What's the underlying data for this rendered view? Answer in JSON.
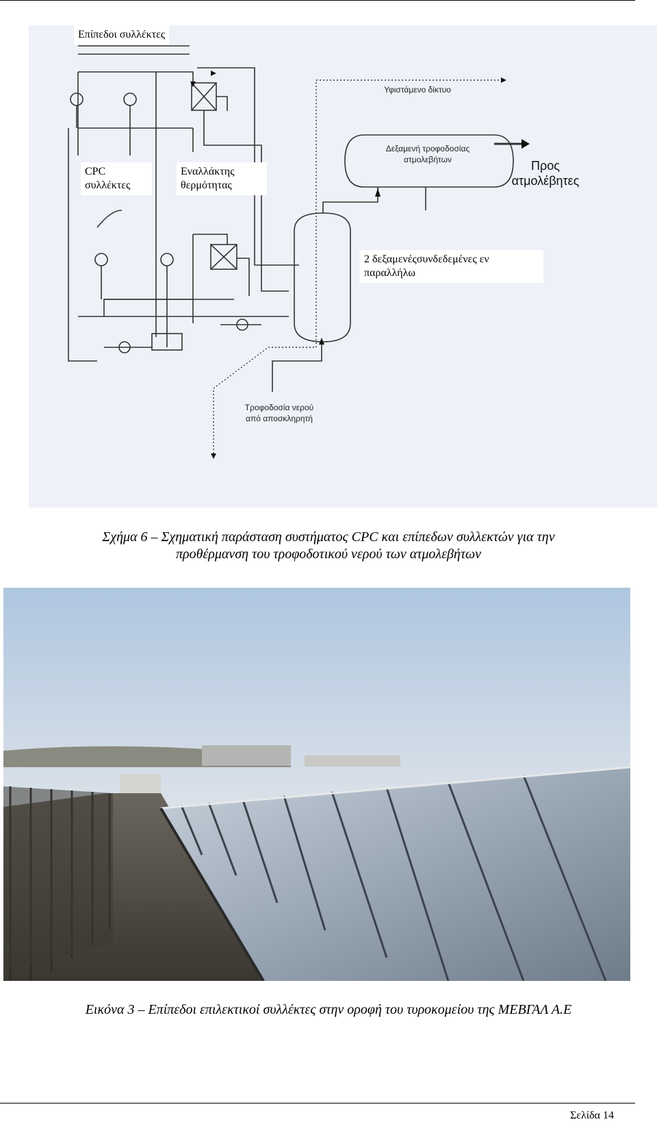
{
  "diagram": {
    "labels": {
      "flat_collectors": "Επίπεδοι συλλέκτες",
      "cpc_collectors": "CPC\nσυλλέκτες",
      "heat_exchanger": "Εναλλάκτης\nθερμότητας",
      "tanks": "2 δεξαμενέςσυνδεδεμένες εν\nπαραλλήλω"
    },
    "scan_text": {
      "existing_network": "Υφιστάμενο δίκτυο",
      "feed_tank": "Δεξαμενή τροφοδοσίας\nατμολεβήτων",
      "to_boilers": "Προς\nατμολέβητες",
      "water_supply": "Τροφοδοσία νερού\nαπό αποσκληρητή"
    }
  },
  "captions": {
    "figure": "Σχήμα 6 – Σχηματική παράσταση συστήματος CPC και επίπεδων συλλεκτών για την\nπροθέρμανση του τροφοδοτικού νερού των ατμολεβήτων",
    "photo": "Εικόνα 3 – Επίπεδοι επιλεκτικοί συλλέκτες στην οροφή του τυροκομείου της ΜΕΒΓΑΛ Α.Ε"
  },
  "footer": {
    "page": "Σελίδα 14"
  }
}
